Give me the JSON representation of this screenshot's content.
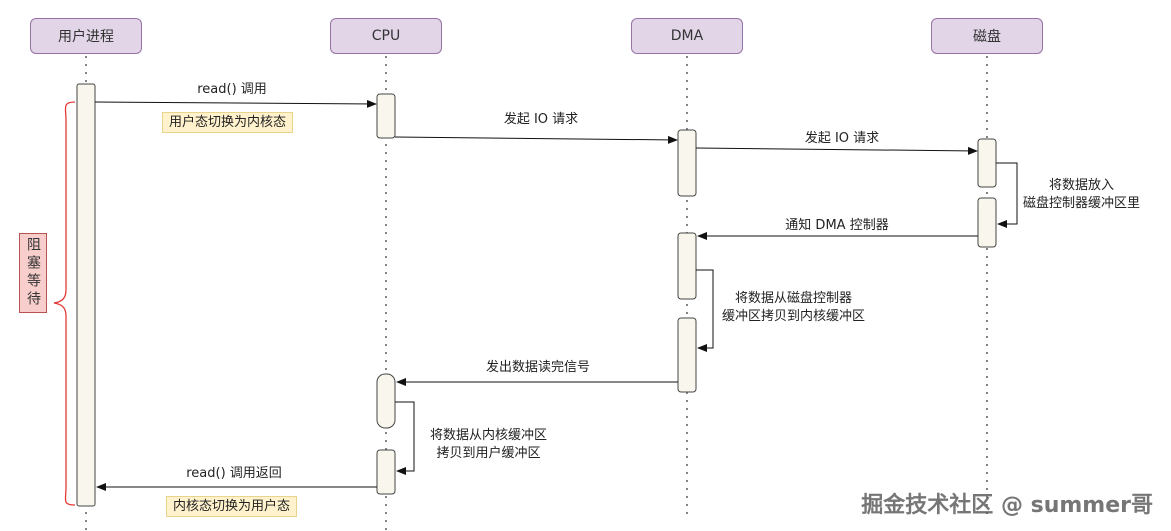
{
  "participants": {
    "user": "用户进程",
    "cpu": "CPU",
    "dma": "DMA",
    "disk": "磁盘"
  },
  "messages": {
    "read_call": "read() 调用",
    "cpu_to_dma": "发起 IO 请求",
    "dma_to_disk": "发起 IO 请求",
    "disk_to_buffer_line1": "将数据放入",
    "disk_to_buffer_line2": "磁盘控制器缓冲区里",
    "notify_dma": "通知 DMA 控制器",
    "dma_copy_line1": "将数据从磁盘控制器",
    "dma_copy_line2": "缓冲区拷贝到内核缓冲区",
    "dma_signal": "发出数据读完信号",
    "cpu_copy_line1": "将数据从内核缓冲区",
    "cpu_copy_line2": "拷贝到用户缓冲区",
    "read_return": "read() 调用返回"
  },
  "notes": {
    "user_to_kernel": "用户态切换为内核态",
    "kernel_to_user": "内核态切换为用户态",
    "blocking_wait": "阻塞等待"
  },
  "watermark": "掘金技术社区 @ summer哥",
  "colors": {
    "header_fill": "#e1d5e7",
    "header_border": "#9673a6",
    "activation_fill": "#f9f7ed",
    "note_fill": "#fff2cc",
    "wait_fill": "#f8cecc",
    "wait_border": "#b85450",
    "brace": "#e53935"
  }
}
